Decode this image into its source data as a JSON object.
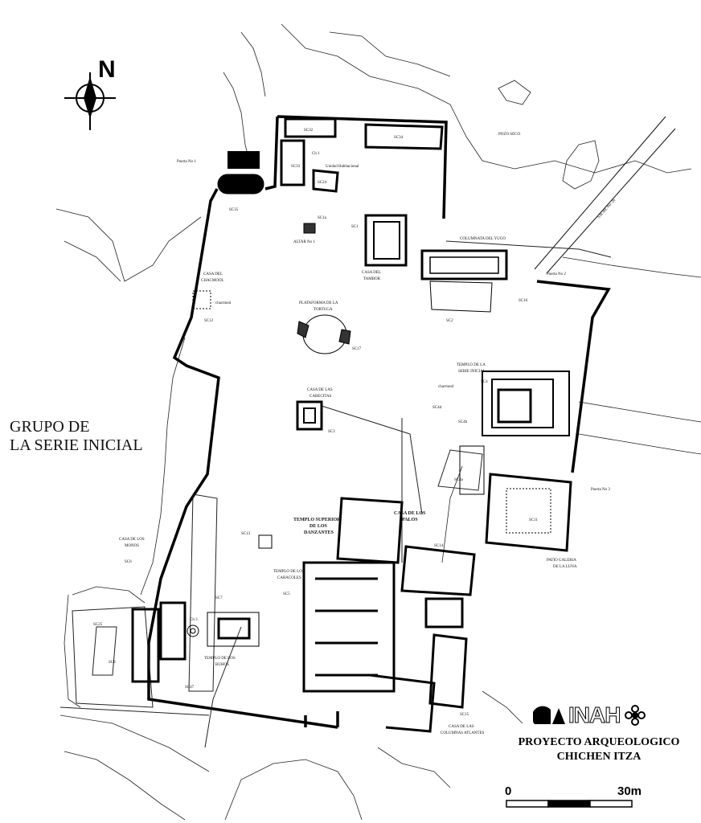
{
  "title": {
    "line1": "GRUPO DE",
    "line2": "LA SERIE INICIAL"
  },
  "north_label": "N",
  "logo": {
    "brand": "INAH",
    "project_line1": "PROYECTO ARQUEOLOGICO",
    "project_line2": "CHICHEN ITZA"
  },
  "scale": {
    "start": "0",
    "end": "30m"
  },
  "labels": {
    "puerta1": "Puerta No 1",
    "puerta2": "Puerta No 2",
    "puerta3": "Puerta No 3",
    "sc32": "SC32",
    "sc34": "SC34",
    "ch1": "Ch 1",
    "unidad": "Unidad Habitacional",
    "sc33": "SC33",
    "sc24": "SC24",
    "sc35": "SC35",
    "pozo": "POZO SECO",
    "sacbe": "SACBE No. 26",
    "sc1a": "SC1a",
    "altar": "ALTAR No 1",
    "sc1": "SC1",
    "casa_tambor1": "CASA DEL",
    "casa_tambor2": "TAMBOR",
    "columnata": "COLUMNATA DEL YUGO",
    "sc16": "SC16",
    "sc2": "SC2",
    "chacmool1": "CASA DEL",
    "chacmool2": "CHACMOOL",
    "chacmool_small": "chacmool",
    "sc12": "SC12",
    "plataforma1": "PLATAFORMA DE LA",
    "plataforma2": "TORTUGA",
    "sc17": "SC17",
    "serie1": "TEMPLO DE LA",
    "serie2": "SERIE INICIAL",
    "chacmool_b": "chacmool",
    "sc4": "SC4",
    "sc4d": "SC4d",
    "sc4b": "SC4b",
    "cabecitas1": "CASA DE LAS",
    "cabecitas2": "CABECITAS",
    "sc3": "SC3",
    "sc4a": "SC4a",
    "sc11": "SC11",
    "patio1": "PATIO GALERIA",
    "patio2": "DE LA LUNA",
    "danzantes1": "TEMPLO SUPERIOR",
    "danzantes2": "DE LOS",
    "danzantes3": "DANZANTES",
    "palos1": "CASA DE LOS",
    "palos2": "PALOS",
    "sc14": "SC14",
    "sc13": "SC13",
    "monos1": "CASA DE LOS",
    "monos2": "MONOS",
    "sc6": "SC6",
    "caracoles1": "TEMPLO DE LOS",
    "caracoles2": "CARACOLES",
    "sc5": "SC5",
    "sc7": "SC7",
    "ch3": "Ch 3",
    "sc25": "SC25",
    "sc8": "SC8",
    "buhos1": "TEMPLO DE LOS",
    "buhos2": "BUHOS",
    "sc47": "SC47",
    "sc15": "SC15",
    "atlantes1": "CASA DE LAS",
    "atlantes2": "COLUMNAS ATLANTES"
  }
}
